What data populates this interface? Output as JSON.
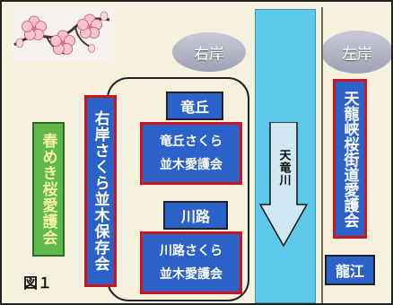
{
  "labels": {
    "right_bank": "右岸",
    "left_bank": "左岸",
    "tatsuoka": "竜丘",
    "tatsuoka_group": "竜丘さくら\n並木愛護会",
    "kawaji": "川路",
    "kawaji_group": "川路さくら\n並木愛護会",
    "harumeki": "春めき桜愛護会",
    "right_bank_group": "右岸さくら並木保存会",
    "river": "天竜川",
    "tenryukyo": "天龍峡桜街道愛護会",
    "ryuko": "龍江",
    "figure": "図１"
  },
  "icons": {
    "blossom": "cherry-blossom-icon"
  },
  "colors": {
    "background": "#f6f1dd",
    "box_blue": "#2a62c9",
    "box_green": "#5fb84a",
    "river": "#5dc9e8",
    "border_red": "#d0141c"
  }
}
